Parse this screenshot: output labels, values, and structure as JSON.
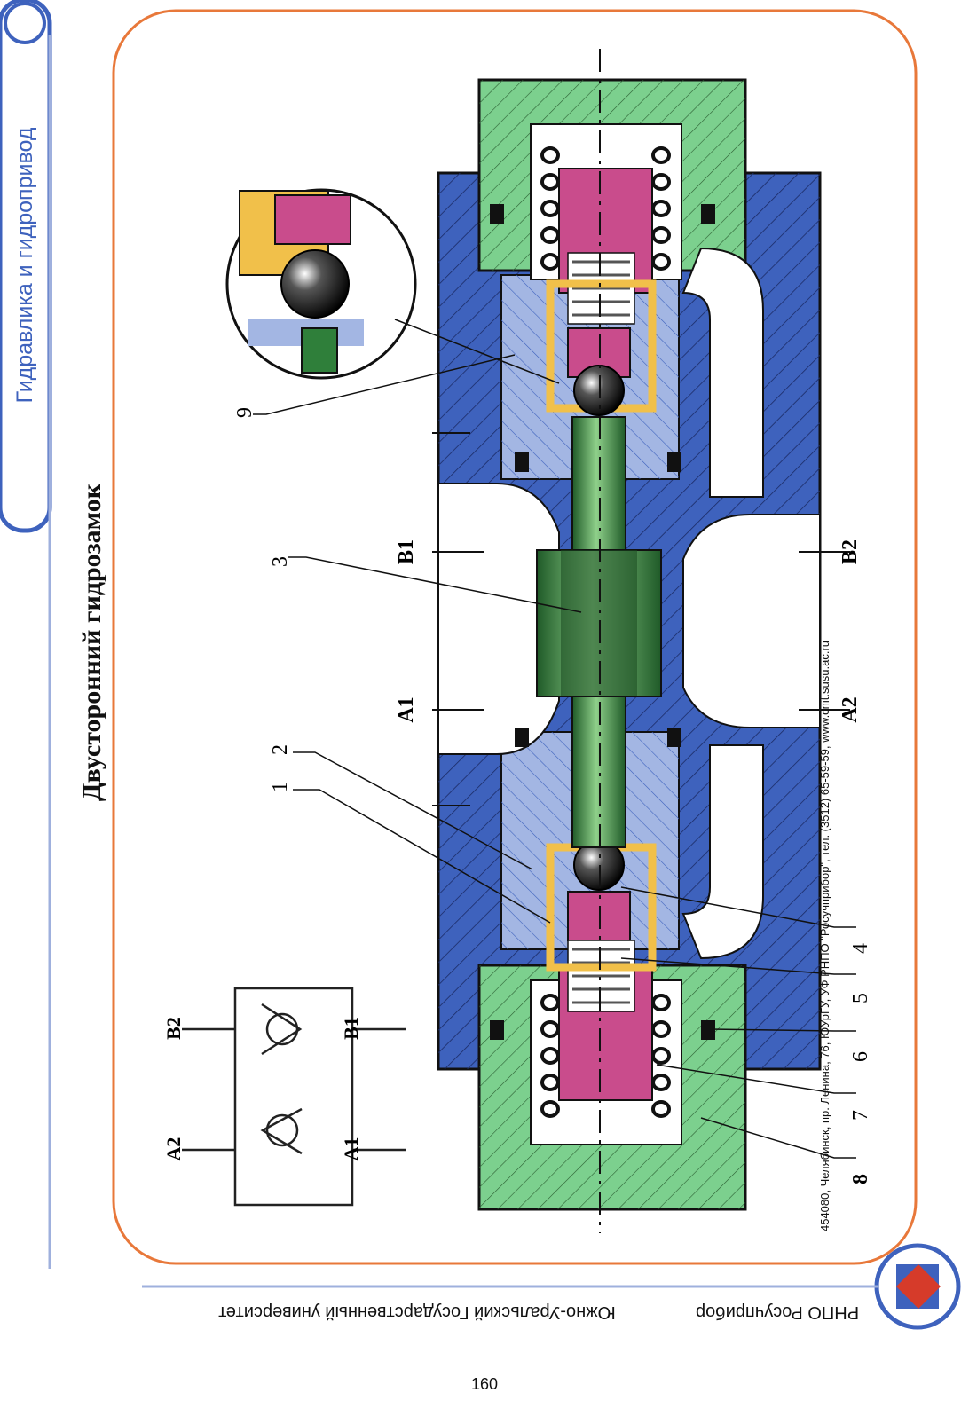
{
  "header": {
    "course_title": "Гидравлика и гидропривод",
    "sheet_title": "Двусторонний гидрозамок"
  },
  "symbol": {
    "ports_top": [
      "A2",
      "B2"
    ],
    "ports_bottom": [
      "A1",
      "B1"
    ]
  },
  "diagram": {
    "part_numbers": [
      "1",
      "2",
      "3",
      "4",
      "5",
      "6",
      "7",
      "8",
      "9"
    ],
    "port_labels": [
      "A1",
      "B1",
      "A2",
      "B2"
    ]
  },
  "footer": {
    "org_name": "РНПО Росучприбор",
    "university": "Южно-Уральский Государственный университет",
    "address": "454080, Челябинск, пр. Ленина, 76, ЮУрГУ, УФ РНПО \"Росучприбор\", тел. (3512) 65-59-59, www.cnit.susu.ac.ru",
    "page_number": "160"
  },
  "colors": {
    "frame": "#e8783a",
    "body": "#3e62bd",
    "light_blue": "#a3b6e3",
    "green": "#7cd08e",
    "pink": "#c94c8c",
    "yellow": "#f1c04a",
    "shaft": "#2f7f3a",
    "tab": "#3e62bd"
  }
}
